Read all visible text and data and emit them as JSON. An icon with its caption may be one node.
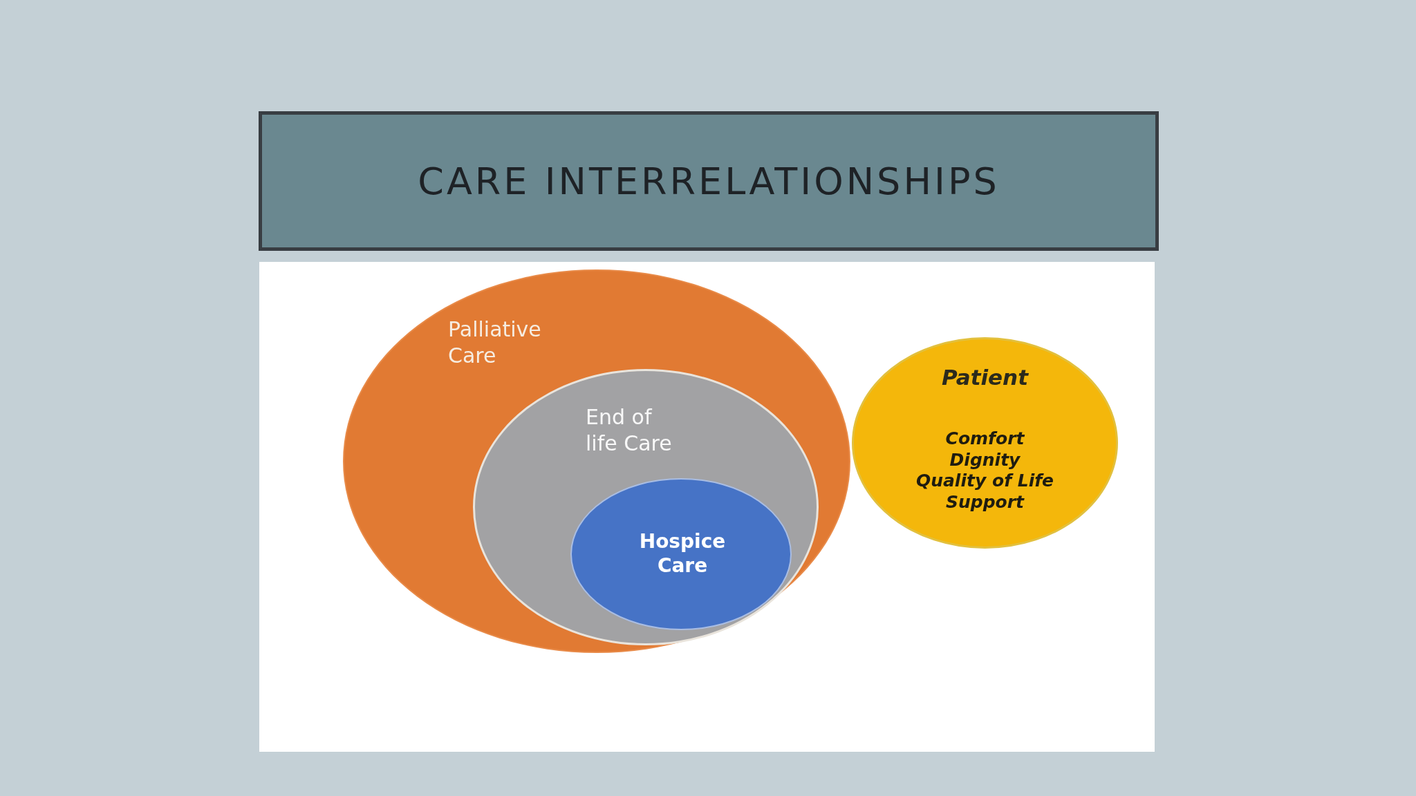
{
  "diagram": {
    "title": "CARE INTERRELATIONSHIPS",
    "nodes": [
      {
        "text": [
          "Palliative Care"
        ]
      },
      {
        "text": [
          "End of life Care"
        ],
        "in": 0
      },
      {
        "text": [
          "Hospice Care"
        ],
        "in": 1
      },
      {
        "text": [
          "Patient",
          "Comfort",
          "Dignity",
          "Quality of Life",
          "Support"
        ]
      }
    ]
  }
}
